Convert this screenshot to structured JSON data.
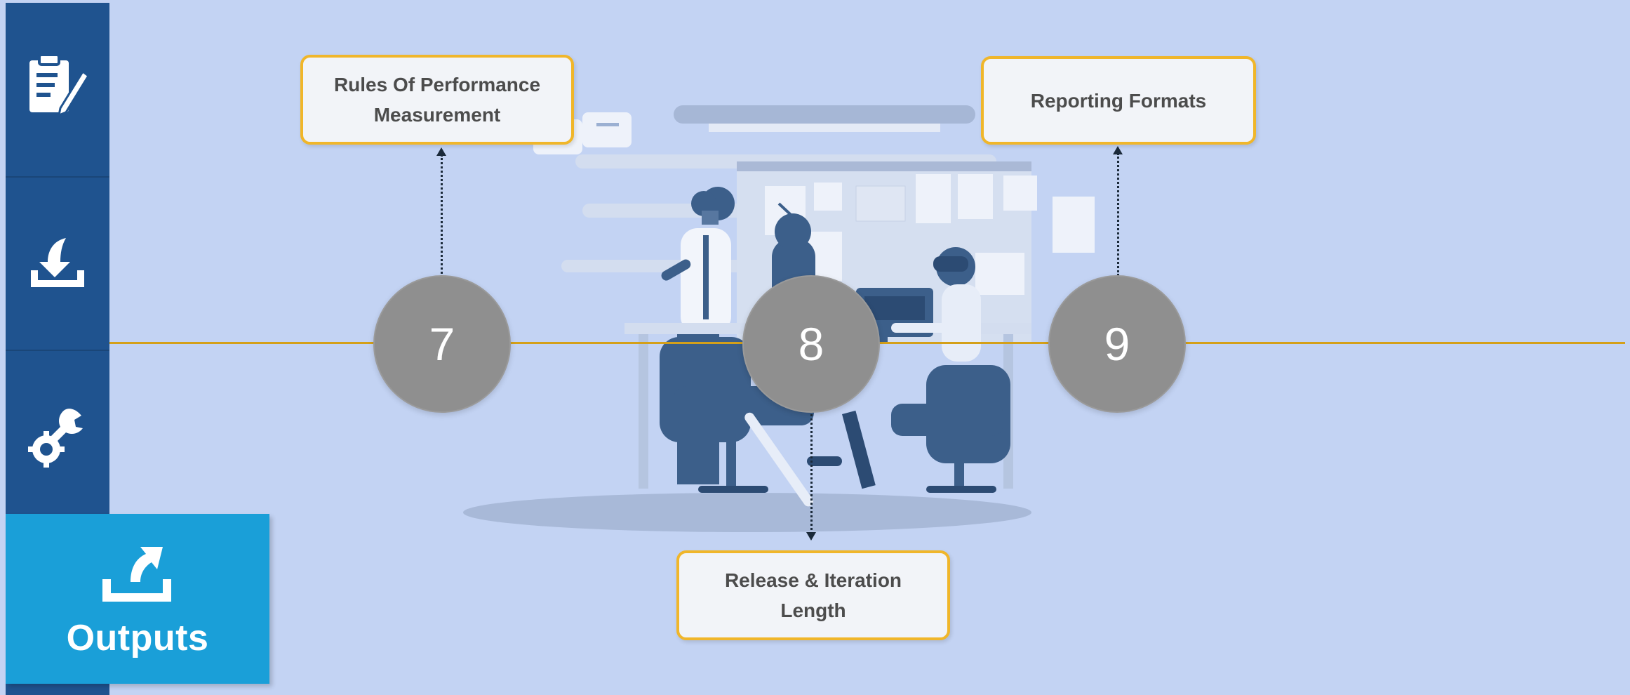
{
  "sidebar": {
    "items": [
      {
        "icon": "clipboard-edit-icon"
      },
      {
        "icon": "inbox-download-icon"
      },
      {
        "icon": "tools-gear-icon"
      }
    ],
    "outputs": {
      "icon": "upload-tray-icon",
      "label": "Outputs"
    }
  },
  "timeline": {
    "nodes": [
      {
        "number": "7",
        "label": "Rules Of Performance Measurement"
      },
      {
        "number": "8",
        "label": "Release & Iteration Length"
      },
      {
        "number": "9",
        "label": "Reporting Formats"
      }
    ]
  },
  "colors": {
    "background": "#c3d3f3",
    "sidebar": "#1f538f",
    "outputs_tile": "#1a9fd8",
    "timeline_line": "#d4a019",
    "node_fill": "#8f8f8f",
    "callout_border": "#f0b62a",
    "illustration_navy": "#3c5f8a"
  }
}
